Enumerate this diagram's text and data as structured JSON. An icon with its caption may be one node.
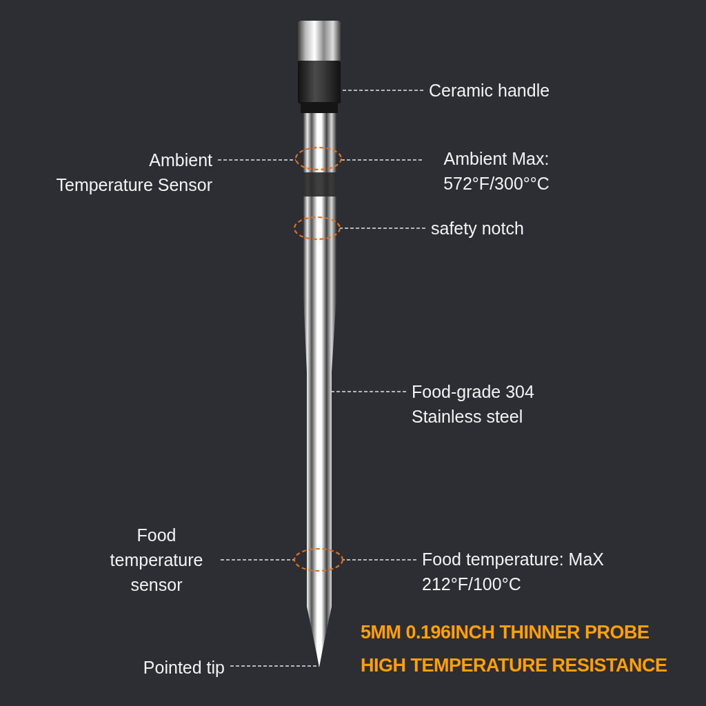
{
  "diagram": {
    "nodes": [
      {
        "text": [
          "Ceramic handle"
        ]
      },
      {
        "text": [],
        "shape": "box"
      },
      {
        "text": [
          "Ambient Temperature Sensor"
        ]
      },
      {
        "text": [],
        "shape": "circle"
      },
      {
        "text": [
          "Ambient Max: 572°F/300°°C"
        ]
      },
      {
        "text": [
          "safety notch"
        ]
      },
      {
        "text": [],
        "shape": "circle"
      },
      {
        "text": [
          "Food-grade 304 Stainless steel"
        ]
      },
      {
        "text": [],
        "shape": "bar"
      },
      {
        "text": [
          "Food temperature sensor"
        ]
      },
      {
        "text": [],
        "shape": "circle"
      },
      {
        "text": [
          "Food temperature: MaX 212°F/100°C"
        ]
      },
      {
        "text": [
          "Pointed tip"
        ]
      }
    ],
    "edges": [
      {
        "from": 0,
        "to": 1,
        "arrow": "none"
      },
      {
        "from": 2,
        "to": 3,
        "arrow": "none"
      },
      {
        "from": 4,
        "to": 3,
        "arrow": "none"
      },
      {
        "from": 5,
        "to": 6,
        "arrow": "none"
      },
      {
        "from": 7,
        "to": 8,
        "arrow": "none"
      },
      {
        "from": 9,
        "to": 10,
        "arrow": "none"
      },
      {
        "from": 11,
        "to": 10,
        "arrow": "none"
      },
      {
        "from": 12,
        "to": 8,
        "arrow": "none"
      }
    ],
    "labels": [
      "5MM 0.196INCH THINNER PROBE",
      "HIGH TEMPERATURE RESISTANCE"
    ]
  }
}
